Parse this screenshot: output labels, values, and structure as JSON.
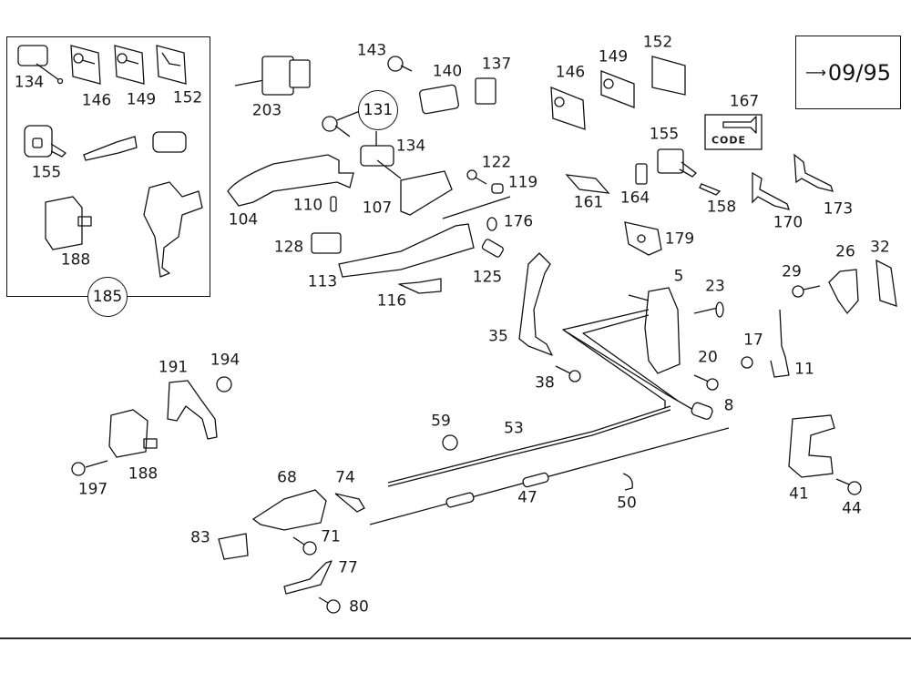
{
  "diagram": {
    "title": "Door lock / handle exploded parts diagram",
    "effective_date_label": "09/95",
    "effective_date_arrow": "arrow-right-icon",
    "inset_kit": {
      "ref": "185",
      "labels": [
        "134",
        "146",
        "149",
        "152",
        "155",
        "188"
      ]
    },
    "group_callout": "131",
    "code_card": {
      "ref": "167",
      "text": "CODE"
    },
    "callouts": [
      {
        "id": "134a",
        "text": "134"
      },
      {
        "id": "146a",
        "text": "146"
      },
      {
        "id": "149a",
        "text": "149"
      },
      {
        "id": "152a",
        "text": "152"
      },
      {
        "id": "155a",
        "text": "155"
      },
      {
        "id": "188a",
        "text": "188"
      },
      {
        "id": "203",
        "text": "203"
      },
      {
        "id": "143",
        "text": "143"
      },
      {
        "id": "140",
        "text": "140"
      },
      {
        "id": "137",
        "text": "137"
      },
      {
        "id": "134b",
        "text": "134"
      },
      {
        "id": "104",
        "text": "104"
      },
      {
        "id": "110",
        "text": "110"
      },
      {
        "id": "107",
        "text": "107"
      },
      {
        "id": "122",
        "text": "122"
      },
      {
        "id": "119",
        "text": "119"
      },
      {
        "id": "128",
        "text": "128"
      },
      {
        "id": "113",
        "text": "113"
      },
      {
        "id": "116",
        "text": "116"
      },
      {
        "id": "176",
        "text": "176"
      },
      {
        "id": "125",
        "text": "125"
      },
      {
        "id": "146b",
        "text": "146"
      },
      {
        "id": "149b",
        "text": "149"
      },
      {
        "id": "152b",
        "text": "152"
      },
      {
        "id": "167",
        "text": "167"
      },
      {
        "id": "155b",
        "text": "155"
      },
      {
        "id": "161",
        "text": "161"
      },
      {
        "id": "164",
        "text": "164"
      },
      {
        "id": "158",
        "text": "158"
      },
      {
        "id": "170",
        "text": "170"
      },
      {
        "id": "173",
        "text": "173"
      },
      {
        "id": "179",
        "text": "179"
      },
      {
        "id": "26",
        "text": "26"
      },
      {
        "id": "32",
        "text": "32"
      },
      {
        "id": "29",
        "text": "29"
      },
      {
        "id": "5",
        "text": "5"
      },
      {
        "id": "23",
        "text": "23"
      },
      {
        "id": "35",
        "text": "35"
      },
      {
        "id": "17",
        "text": "17"
      },
      {
        "id": "11",
        "text": "11"
      },
      {
        "id": "20",
        "text": "20"
      },
      {
        "id": "38",
        "text": "38"
      },
      {
        "id": "8",
        "text": "8"
      },
      {
        "id": "191",
        "text": "191"
      },
      {
        "id": "194",
        "text": "194"
      },
      {
        "id": "188b",
        "text": "188"
      },
      {
        "id": "197",
        "text": "197"
      },
      {
        "id": "59",
        "text": "59"
      },
      {
        "id": "53",
        "text": "53"
      },
      {
        "id": "68",
        "text": "68"
      },
      {
        "id": "74",
        "text": "74"
      },
      {
        "id": "47",
        "text": "47"
      },
      {
        "id": "50",
        "text": "50"
      },
      {
        "id": "41",
        "text": "41"
      },
      {
        "id": "44",
        "text": "44"
      },
      {
        "id": "83",
        "text": "83"
      },
      {
        "id": "71",
        "text": "71"
      },
      {
        "id": "77",
        "text": "77"
      },
      {
        "id": "80",
        "text": "80"
      }
    ]
  }
}
